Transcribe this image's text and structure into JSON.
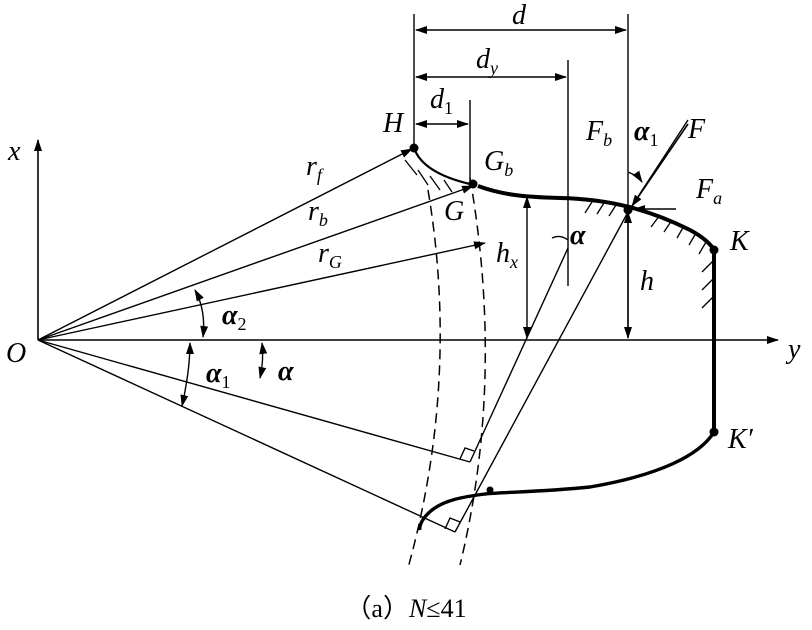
{
  "labels": {
    "d": "d",
    "dy_main": "d",
    "dy_sub": "y",
    "d1_main": "d",
    "d1_sub": "1",
    "H": "H",
    "x_axis": "x",
    "y_axis": "y",
    "O": "O",
    "rf_main": "r",
    "rf_sub": "f",
    "rb_main": "r",
    "rb_sub": "b",
    "rG_main": "r",
    "rG_sub": "G",
    "Gb_main": "G",
    "Gb_sub": "b",
    "G": "G",
    "Fb_main": "F",
    "Fb_sub": "b",
    "alpha1_top_main": "α",
    "alpha1_top_sub": "1",
    "F": "F",
    "Fa_main": "F",
    "Fa_sub": "a",
    "K": "K",
    "Kprime": "K′",
    "h": "h",
    "hx_main": "h",
    "hx_sub": "x",
    "alpha_mid": "α",
    "alpha2_main": "α",
    "alpha2_sub": "2",
    "alpha1_main": "α",
    "alpha1_sub": "1",
    "alpha_low": "α"
  },
  "caption": {
    "prefix": "（a）",
    "var": "N",
    "rest": "≤41"
  }
}
